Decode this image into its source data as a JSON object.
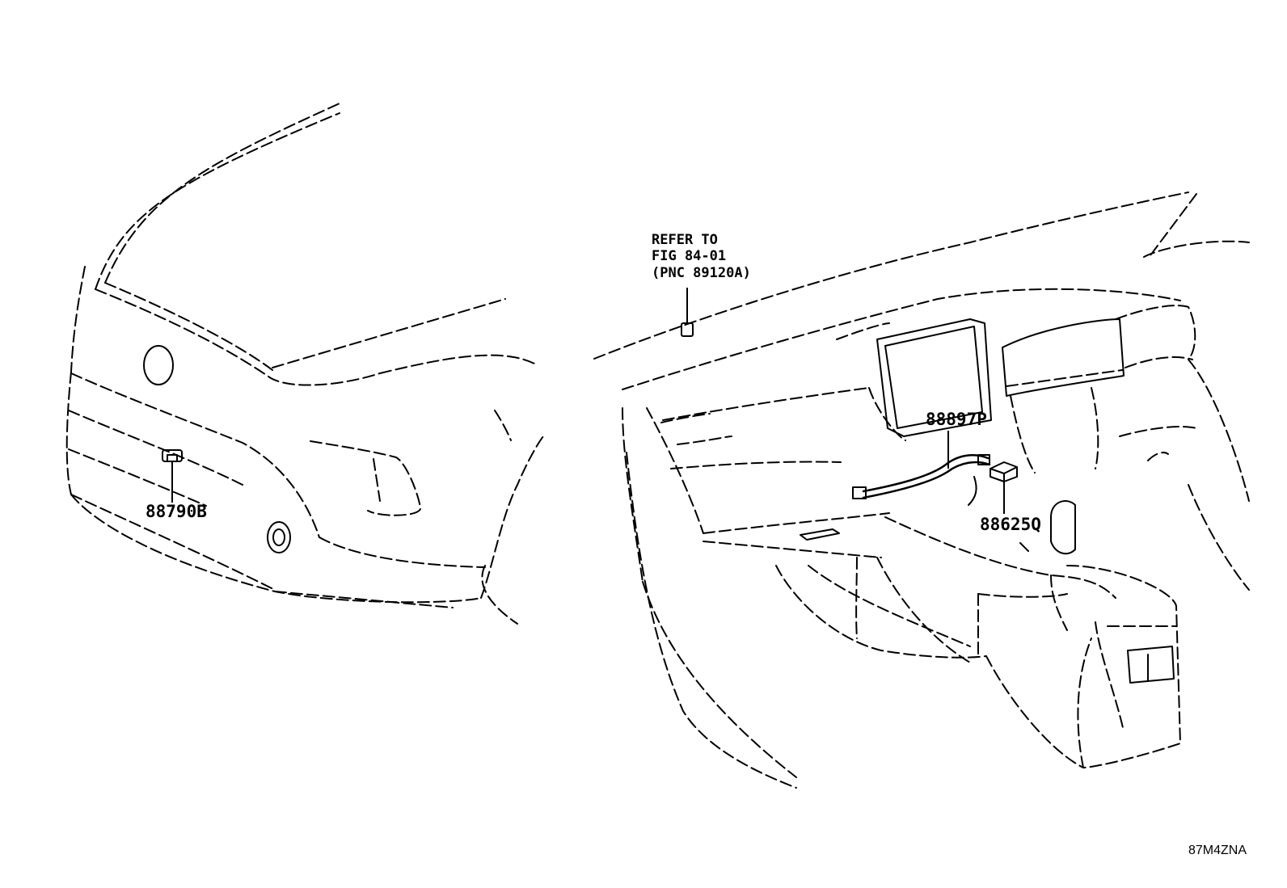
{
  "reference_note": {
    "line1": "REFER TO",
    "line2": "FIG 84-01",
    "line3": "(PNC 89120A)"
  },
  "parts": {
    "front_sensor": "88790B",
    "cable_harness": "88897P",
    "connector": "88625Q"
  },
  "illustration_code": "87M4ZNA"
}
